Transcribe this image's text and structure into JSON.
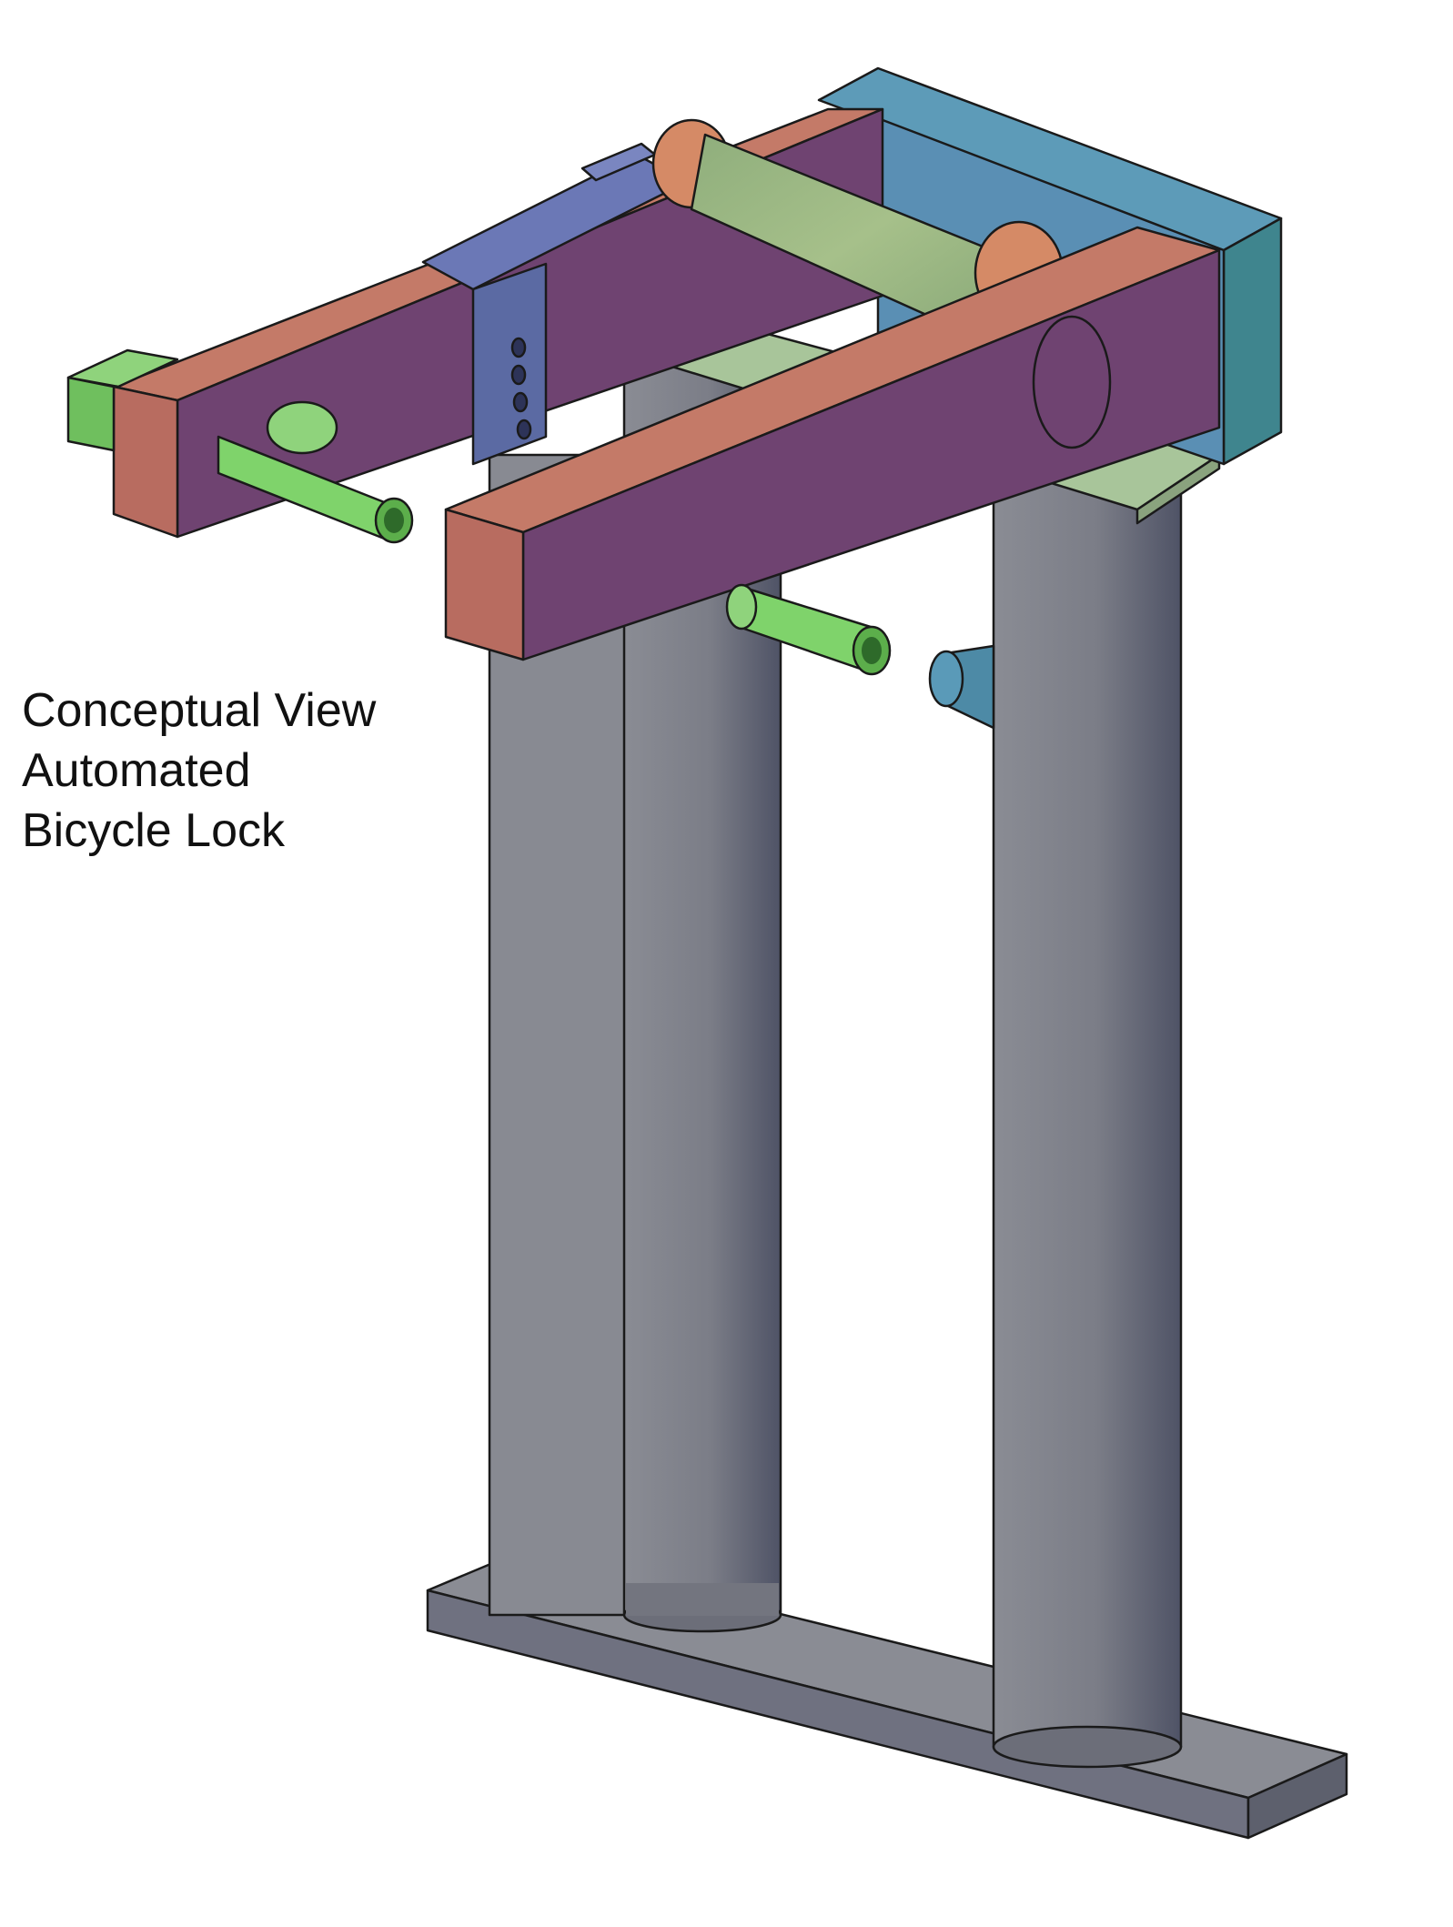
{
  "caption": {
    "line1": "Conceptual View",
    "line2": "Automated",
    "line3": "Bicycle Lock"
  },
  "colors": {
    "post_dark": "#55596b",
    "post_mid": "#7d7f88",
    "post_light": "#9a9ca4",
    "base_top": "#8a8c94",
    "base_front": "#6f7180",
    "arm_side": "#6f4371",
    "arm_end": "#b86c60",
    "arm_top": "#c47a68",
    "roller": "#9db983",
    "roller_end": "#d58a66",
    "housing_front": "#3f858e",
    "housing_top": "#5d9bb8",
    "bracket": "#5b6aa3",
    "pin_green": "#7fd36b",
    "pin_blue": "#4d8aa6",
    "plate": "#a8c59a"
  }
}
